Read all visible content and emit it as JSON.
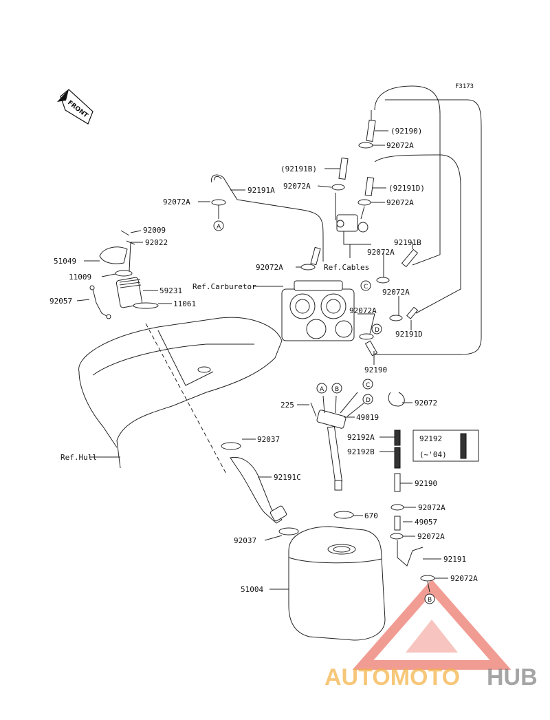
{
  "figure_code": "F3173",
  "front_label": "FRONT",
  "parts": [
    {
      "id": "p92190a",
      "text": "(92190)"
    },
    {
      "id": "p92072a_1",
      "text": "92072A"
    },
    {
      "id": "p92191b_paren",
      "text": "(92191B)"
    },
    {
      "id": "p92072a_2",
      "text": "92072A"
    },
    {
      "id": "p92191d_paren",
      "text": "(92191D)"
    },
    {
      "id": "p92072a_3",
      "text": "92072A"
    },
    {
      "id": "p92191a",
      "text": "92191A"
    },
    {
      "id": "p92072a_4",
      "text": "92072A"
    },
    {
      "id": "p92009",
      "text": "92009"
    },
    {
      "id": "p92022",
      "text": "92022"
    },
    {
      "id": "p92191b",
      "text": "92191B"
    },
    {
      "id": "p51049",
      "text": "51049"
    },
    {
      "id": "p92072a_5",
      "text": "92072A"
    },
    {
      "id": "p92072a_6",
      "text": "92072A"
    },
    {
      "id": "p11009",
      "text": "11009"
    },
    {
      "id": "p59231",
      "text": "59231"
    },
    {
      "id": "p92057",
      "text": "92057"
    },
    {
      "id": "p11061",
      "text": "11061"
    },
    {
      "id": "p92072a_7",
      "text": "92072A"
    },
    {
      "id": "p92072a_8",
      "text": "92072A"
    },
    {
      "id": "p92191d",
      "text": "92191D"
    },
    {
      "id": "p92190b",
      "text": "92190"
    },
    {
      "id": "p225",
      "text": "225"
    },
    {
      "id": "p92072",
      "text": "92072"
    },
    {
      "id": "p49019",
      "text": "49019"
    },
    {
      "id": "p92037a",
      "text": "92037"
    },
    {
      "id": "p92192a",
      "text": "92192A"
    },
    {
      "id": "p92192b",
      "text": "92192B"
    },
    {
      "id": "p92192",
      "text": "92192"
    },
    {
      "id": "p04",
      "text": "(~'04)"
    },
    {
      "id": "p92191c",
      "text": "92191C"
    },
    {
      "id": "p92190c",
      "text": "92190"
    },
    {
      "id": "p92072a_9",
      "text": "92072A"
    },
    {
      "id": "p670",
      "text": "670"
    },
    {
      "id": "p49057",
      "text": "49057"
    },
    {
      "id": "p92072a_10",
      "text": "92072A"
    },
    {
      "id": "p92037b",
      "text": "92037"
    },
    {
      "id": "p92191",
      "text": "92191"
    },
    {
      "id": "p92072a_11",
      "text": "92072A"
    },
    {
      "id": "p51004",
      "text": "51004"
    }
  ],
  "refs": {
    "cables": "Ref.Cables",
    "carburetor": "Ref.Carburetor",
    "hull": "Ref.Hull"
  },
  "circles": {
    "a": "A",
    "b": "B",
    "c": "C",
    "d": "D"
  },
  "watermark": {
    "part1": "AUTOMOTO",
    "part2": "HUB",
    "color1": "#f5b041",
    "color2": "#808080",
    "logo_color": "#e74c3c"
  }
}
